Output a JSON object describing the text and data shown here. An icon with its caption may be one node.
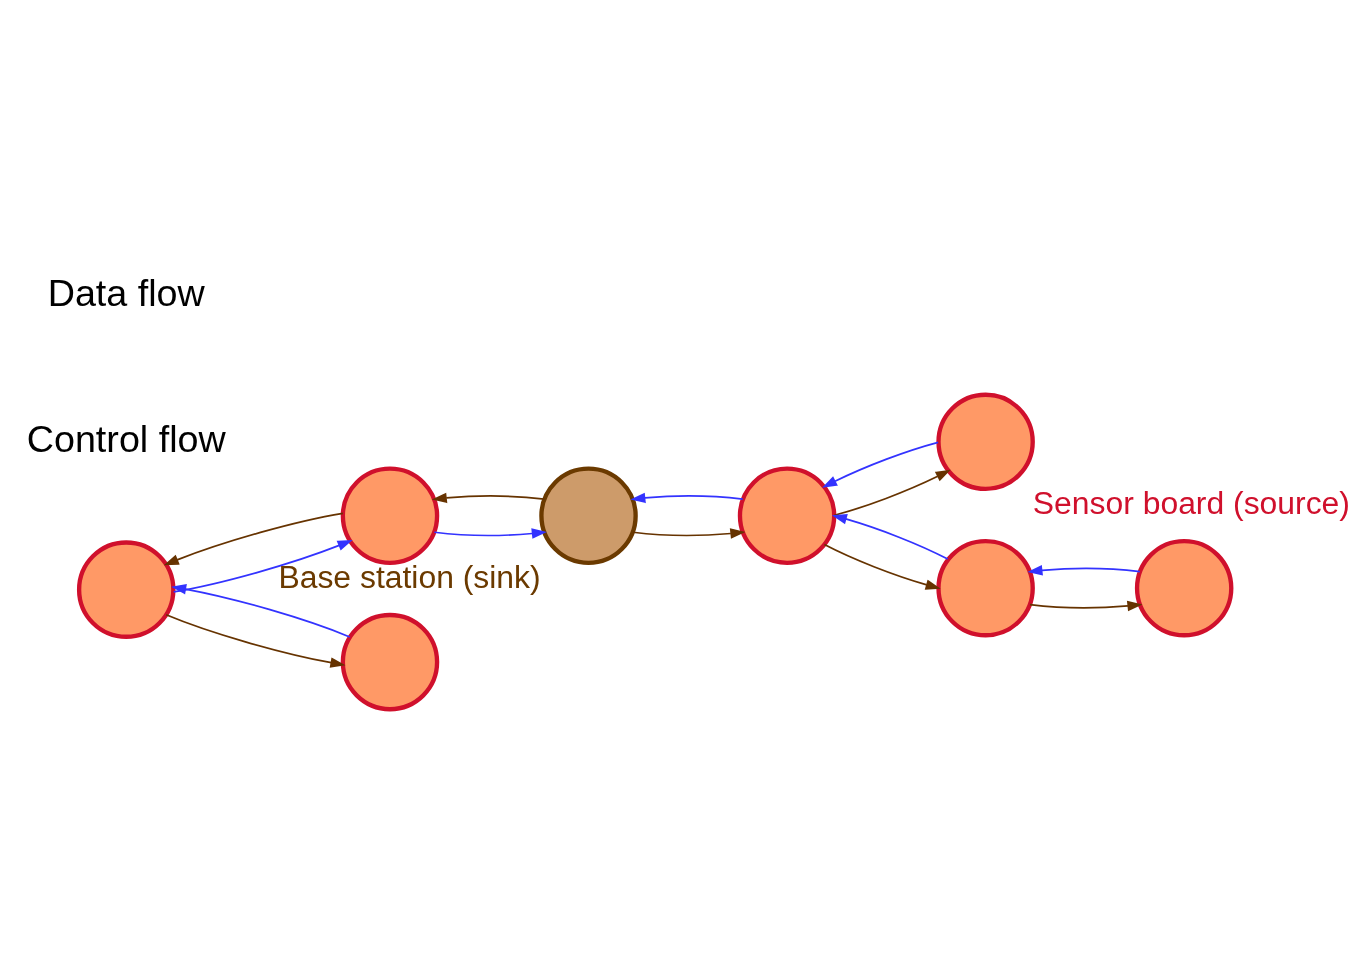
{
  "diagram": {
    "nodes": [
      {
        "text": [],
        "shape": "circle"
      },
      {
        "text": [],
        "shape": "circle"
      },
      {
        "text": [],
        "shape": "circle",
        "beside": [
          "Base station (sink)"
        ]
      },
      {
        "text": [],
        "shape": "circle"
      },
      {
        "text": [],
        "shape": "circle"
      },
      {
        "text": [],
        "shape": "circle",
        "beside": [
          "Sensor board (source)"
        ]
      },
      {
        "text": [],
        "shape": "circle"
      },
      {
        "text": [],
        "shape": "circle"
      }
    ],
    "edges": [
      {
        "from": 1,
        "to": 2,
        "arrow": "to",
        "color": "#3333ff"
      },
      {
        "from": 2,
        "to": 1,
        "arrow": "to",
        "color": "#663300"
      },
      {
        "from": 0,
        "to": 1,
        "arrow": "to",
        "color": "#3333ff"
      },
      {
        "from": 1,
        "to": 0,
        "arrow": "to",
        "color": "#663300"
      },
      {
        "from": 3,
        "to": 0,
        "arrow": "to",
        "color": "#3333ff"
      },
      {
        "from": 0,
        "to": 3,
        "arrow": "to",
        "color": "#663300"
      },
      {
        "from": 4,
        "to": 2,
        "arrow": "to",
        "color": "#3333ff"
      },
      {
        "from": 2,
        "to": 4,
        "arrow": "to",
        "color": "#663300"
      },
      {
        "from": 5,
        "to": 4,
        "arrow": "to",
        "color": "#3333ff"
      },
      {
        "from": 4,
        "to": 5,
        "arrow": "to",
        "color": "#663300"
      },
      {
        "from": 6,
        "to": 4,
        "arrow": "to",
        "color": "#3333ff"
      },
      {
        "from": 4,
        "to": 6,
        "arrow": "to",
        "color": "#663300"
      },
      {
        "from": 7,
        "to": 6,
        "arrow": "to",
        "color": "#3333ff"
      },
      {
        "from": 6,
        "to": 7,
        "arrow": "to",
        "color": "#663300"
      }
    ],
    "legend": [
      {
        "text": "Data flow"
      },
      {
        "text": "Control flow"
      }
    ]
  }
}
